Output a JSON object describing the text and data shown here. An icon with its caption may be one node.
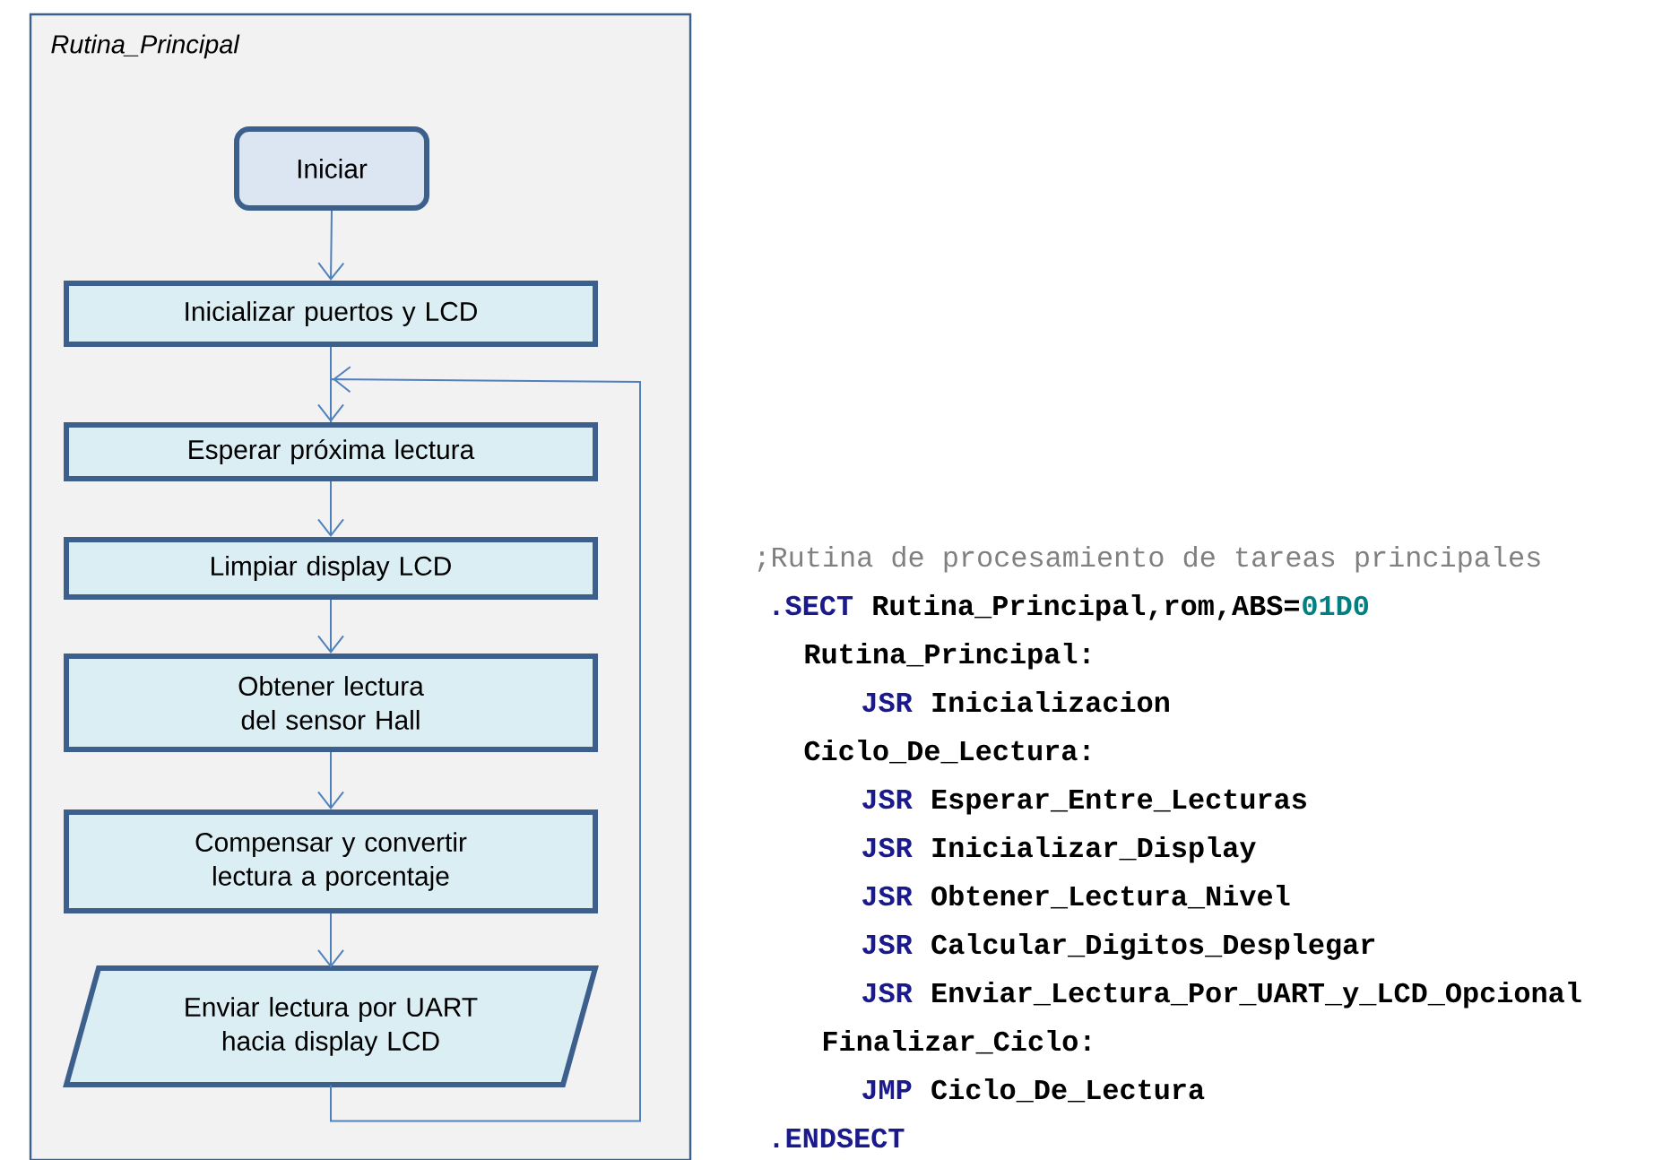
{
  "diagram": {
    "nodes": [
      {
        "text": [
          "Rutina_Principal"
        ]
      },
      {
        "text": [
          "Iniciar"
        ],
        "in": 0
      },
      {
        "text": [
          "Inicializar puertos y LCD"
        ],
        "in": 0
      },
      {
        "text": [
          "Esperar próxima lectura"
        ],
        "in": 0
      },
      {
        "text": [
          "Limpiar display LCD"
        ],
        "in": 0
      },
      {
        "text": [
          "Obtener lectura del sensor Hall"
        ],
        "in": 0
      },
      {
        "text": [
          "Compensar y convertir lectura a porcentaje"
        ],
        "in": 0
      },
      {
        "text": [
          "Enviar lectura por UART hacia display LCD"
        ],
        "in": 0
      }
    ],
    "edges": [
      {
        "from": 1,
        "to": 2,
        "arrow": "to"
      },
      {
        "from": 2,
        "to": 3,
        "arrow": "to"
      },
      {
        "from": 3,
        "to": 4,
        "arrow": "to"
      },
      {
        "from": 4,
        "to": 5,
        "arrow": "to"
      },
      {
        "from": 5,
        "to": 6,
        "arrow": "to"
      },
      {
        "from": 6,
        "to": 7,
        "arrow": "to"
      },
      {
        "from": 7,
        "to": 3,
        "arrow": "to"
      }
    ],
    "labels": [
      ";Rutina de procesamiento de tareas principales",
      ".SECT",
      "Rutina_Principal,rom,ABS=",
      "01D0",
      "Rutina_Principal:",
      "JSR",
      "Inicializacion",
      "Ciclo_De_Lectura:",
      "JSR",
      "Esperar_Entre_Lecturas",
      "JSR",
      "Inicializar_Display",
      "JSR",
      "Obtener_Lectura_Nivel",
      "JSR",
      "Calcular_Digitos_Desplegar",
      "JSR",
      "Enviar_Lectura_Por_UART_y_LCD_Opcional",
      "Finalizar_Ciclo:",
      "JMP",
      "Ciclo_De_Lectura",
      ".ENDSECT"
    ]
  }
}
